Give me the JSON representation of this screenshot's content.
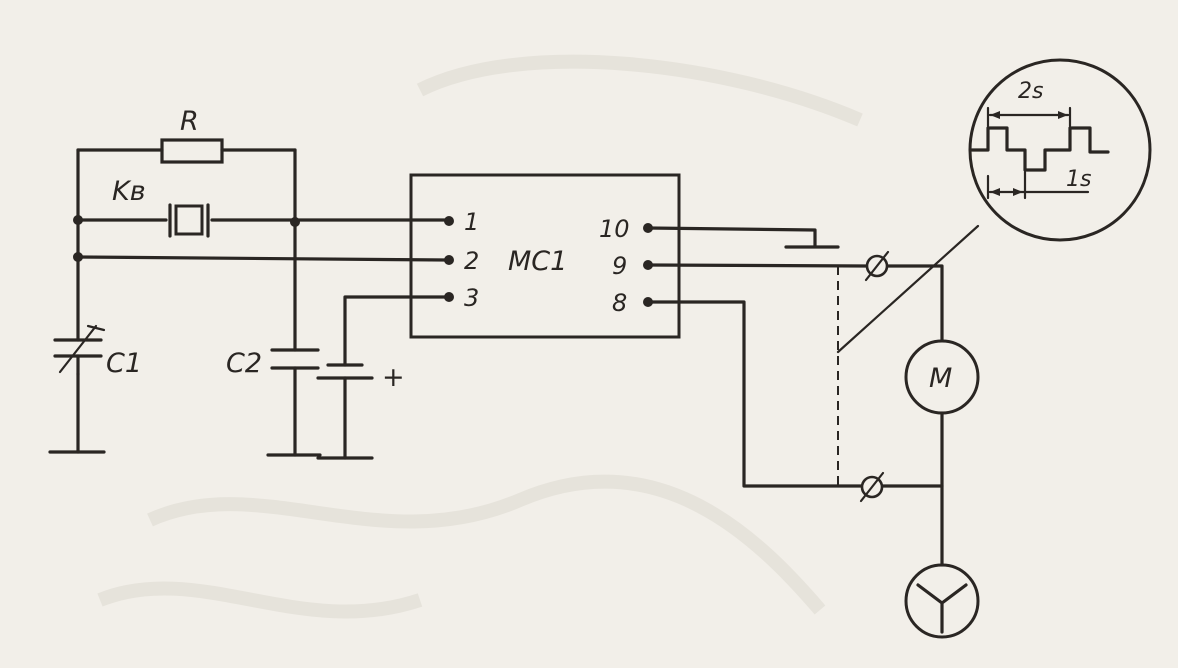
{
  "labels": {
    "resistor": "R",
    "crystal": "Kв",
    "c1": "C1",
    "c2": "C2",
    "plus": "+",
    "ic": "MC1",
    "motor": "M",
    "period": "2s",
    "pulse": "1s"
  },
  "pins_left": [
    "1",
    "2",
    "3"
  ],
  "pins_right": [
    "10",
    "9",
    "8"
  ],
  "colors": {
    "paper": "#f2efe9",
    "ink": "#2a2623"
  },
  "icons": {
    "motor": "motor-circle",
    "fan": "fan-y-symbol",
    "terminal": "terminal-slash-circle",
    "inset": "magnifier-circle"
  }
}
